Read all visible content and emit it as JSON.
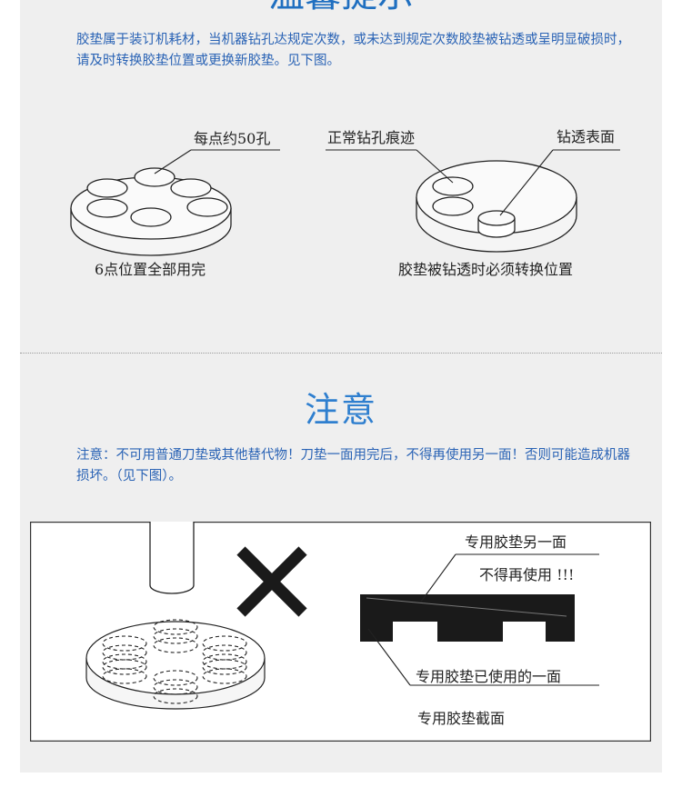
{
  "page": {
    "top_title": "温馨提示",
    "tip_text": "胶垫属于装订机耗材，当机器钻孔达规定次数，或未达到规定次数胶垫被钻透或呈明显破损时，请及时转换胶垫位置或更换新胶垫。见下图。",
    "notice_title": "注意",
    "notice_text": "注意：不可用普通刀垫或其他替代物！刀垫一面用完后，不得再使用另一面！否则可能造成机器损坏。（见下图）。"
  },
  "figure1": {
    "label_each_point": "每点约50孔",
    "label_normal_mark": "正常钻孔痕迹",
    "label_drilled_surface": "钻透表面",
    "caption_left": "6点位置全部用完",
    "caption_right": "胶垫被钻透时必须转换位置"
  },
  "figure2": {
    "label_other_side": "专用胶垫另一面",
    "label_no_reuse": "不得再使用 !!!",
    "label_used_side": "专用胶垫已使用的一面",
    "caption_section": "专用胶垫截面"
  }
}
